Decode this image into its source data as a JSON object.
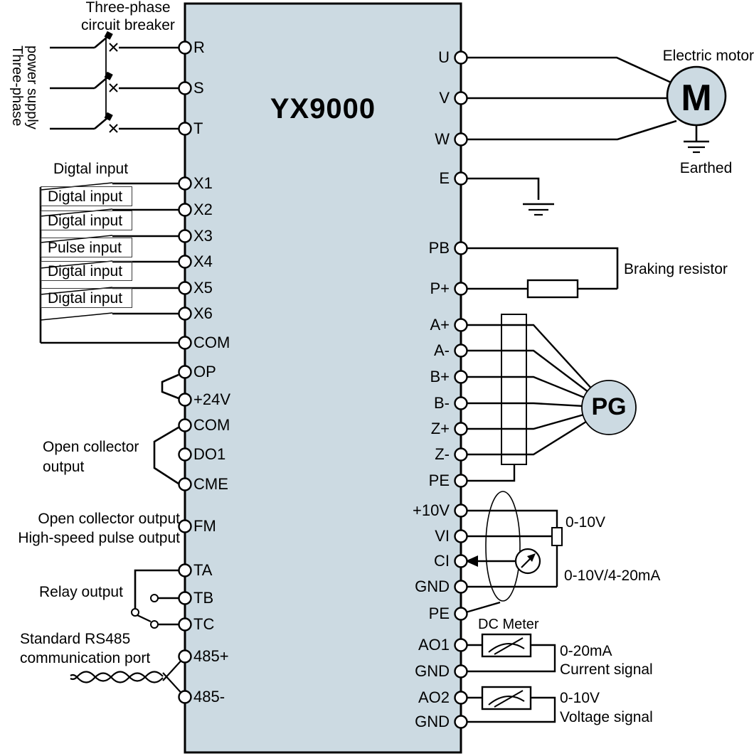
{
  "colors": {
    "block_fill": "#ccdae2",
    "line": "#000000",
    "node_fill": "#ffffff"
  },
  "block": {
    "title": "YX9000"
  },
  "left_terminals": [
    "R",
    "S",
    "T",
    "X1",
    "X2",
    "X3",
    "X4",
    "X5",
    "X6",
    "COM",
    "OP",
    "+24V",
    "COM",
    "DO1",
    "CME",
    "FM",
    "TA",
    "TB",
    "TC",
    "485+",
    "485-"
  ],
  "right_terminals": [
    "U",
    "V",
    "W",
    "E",
    "PB",
    "P+",
    "A+",
    "A-",
    "B+",
    "B-",
    "Z+",
    "Z-",
    "PE",
    "+10V",
    "VI",
    "CI",
    "GND",
    "PE",
    "AO1",
    "GND",
    "AO2",
    "GND"
  ],
  "left_labels": {
    "breaker": "Three-phase\ncircuit breaker",
    "supply": "Three-phase\npower supply",
    "inputs": [
      "Digtal input",
      "Digtal input",
      "Digtal input",
      "Pulse input",
      "Digtal input",
      "Digtal input"
    ],
    "open_collector": "Open collector\noutput",
    "fm": "Open collector output\nHigh-speed pulse output",
    "relay": "Relay output",
    "rs485": "Standard RS485\ncommunication port"
  },
  "right_labels": {
    "motor": "Electric motor",
    "motor_symbol": "M",
    "earthed": "Earthed",
    "braking_resistor": "Braking resistor",
    "pg_symbol": "PG",
    "pot_range": "0-10V",
    "ci_range": "0-10V/4-20mA",
    "dc_meter": "DC Meter",
    "ao1": "0-20mA\nCurrent signal",
    "ao2": "0-10V\nVoltage signal"
  }
}
